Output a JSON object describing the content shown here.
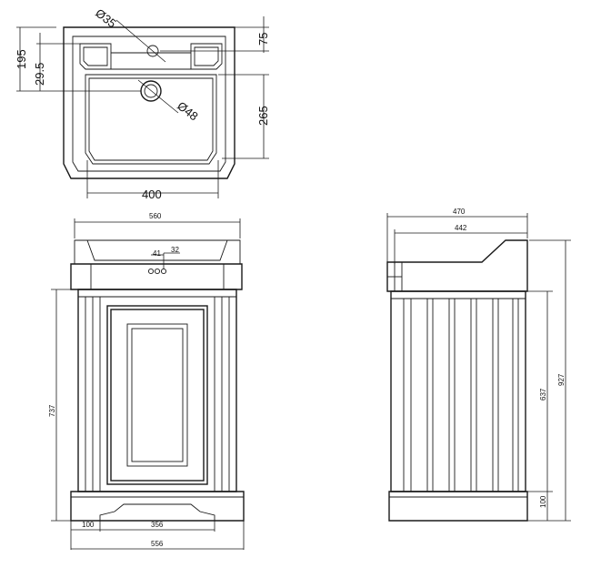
{
  "top_view": {
    "dims": {
      "tap_hole": "Ø35",
      "waste_hole": "Ø48",
      "front_edge": "75",
      "depth_total": "195",
      "rim_back": "29.5",
      "bowl_depth": "265",
      "bowl_width": "400"
    }
  },
  "front_view": {
    "dims": {
      "basin_width": "560",
      "tap_a": "41",
      "tap_b": "32",
      "height": "737",
      "plinth_offset": "100",
      "plinth_inner": "356",
      "base_width": "556"
    }
  },
  "side_view": {
    "dims": {
      "depth_total": "470",
      "depth_cabinet": "442",
      "height_total": "927",
      "height_cabinet": "637",
      "plinth_height": "100"
    }
  }
}
